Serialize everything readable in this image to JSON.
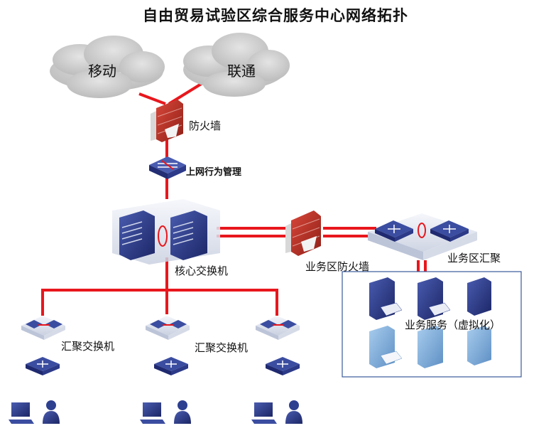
{
  "title": "自由贸易试验区综合服务中心网络拓扑",
  "clouds": {
    "left": "移动",
    "right": "联通"
  },
  "devices": {
    "firewall": "防火墙",
    "behavior_mgmt": "上网行为管理",
    "core_switch": "核心交换机",
    "biz_firewall": "业务区防火墙",
    "biz_aggregation": "业务区汇聚",
    "agg_switch_1": "汇聚交换机",
    "agg_switch_2": "汇聚交换机",
    "biz_services": "业务服务（虚拟化）"
  },
  "colors": {
    "link": "#e8171d",
    "device_blue": "#2d3f8f",
    "cloud": "#cfcfcf",
    "box_border": "#3a5a9a",
    "firewall": "#c0392b"
  }
}
